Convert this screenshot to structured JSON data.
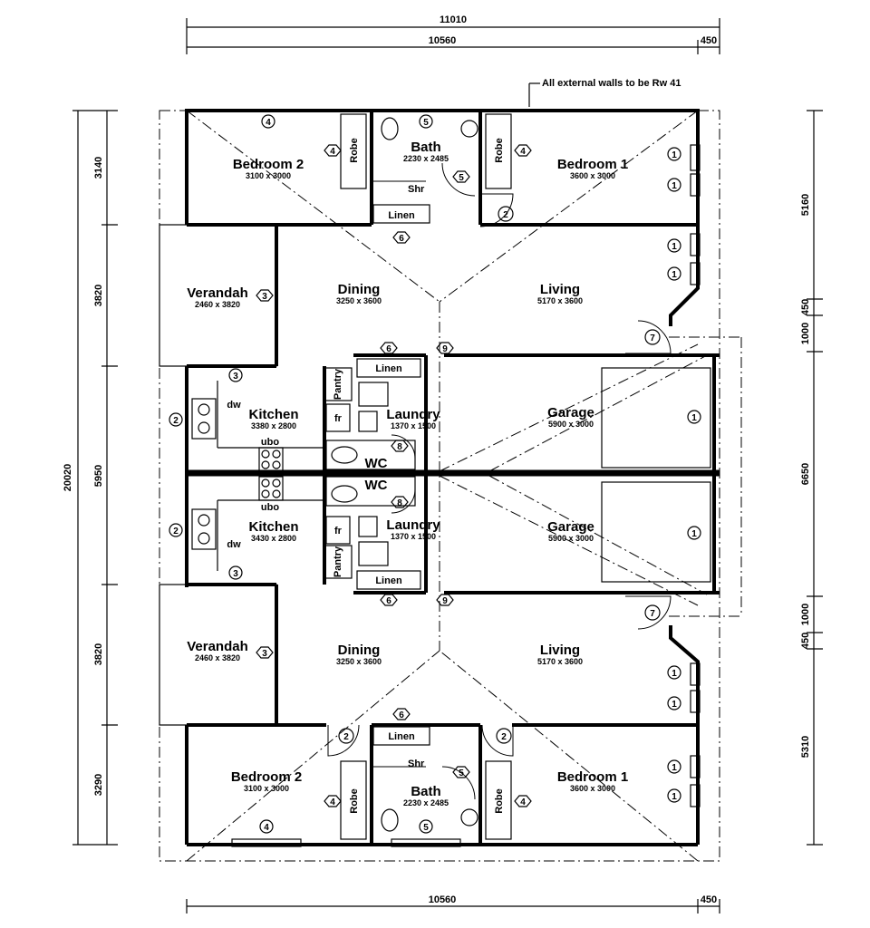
{
  "note": "All external walls to be Rw 41",
  "dimensions": {
    "top_overall": "11010",
    "top_main": "10560",
    "top_side": "450",
    "bottom_main": "10560",
    "bottom_side": "450",
    "left_total": "20020",
    "left_1": "3140",
    "left_2": "3820",
    "left_3": "5950",
    "left_4": "3820",
    "left_5": "3290",
    "right_1": "5160",
    "right_2": "450",
    "right_3": "1000",
    "right_4": "6650",
    "right_5": "1000",
    "right_6": "450",
    "right_7": "5310"
  },
  "rooms": {
    "bedroom2_top": {
      "name": "Bedroom 2",
      "size": "3100 x 3000"
    },
    "bedroom1_top": {
      "name": "Bedroom 1",
      "size": "3600 x 3000"
    },
    "bath_top": {
      "name": "Bath",
      "size": "2230 x 2485"
    },
    "robe_top_left": {
      "name": "Robe"
    },
    "robe_top_right": {
      "name": "Robe"
    },
    "shr_top": {
      "name": "Shr"
    },
    "linen_top": {
      "name": "Linen"
    },
    "verandah_top": {
      "name": "Verandah",
      "size": "2460 x 3820"
    },
    "dining_top": {
      "name": "Dining",
      "size": "3250 x 3600"
    },
    "living_top": {
      "name": "Living",
      "size": "5170 x 3600"
    },
    "pantry_top": {
      "name": "Pantry"
    },
    "linen_mid_top": {
      "name": "Linen"
    },
    "kitchen_top": {
      "name": "Kitchen",
      "size": "3380 x 2800"
    },
    "laundry_top": {
      "name": "Laundry",
      "size": "1370 x 1500"
    },
    "garage_top": {
      "name": "Garage",
      "size": "5900 x 3000"
    },
    "wc_top": {
      "name": "WC"
    },
    "fr_top": {
      "name": "fr"
    },
    "dw_top": {
      "name": "dw"
    },
    "ubo_top": {
      "name": "ubo"
    },
    "wc_bottom": {
      "name": "WC"
    },
    "kitchen_bottom": {
      "name": "Kitchen",
      "size": "3430 x 2800"
    },
    "laundry_bottom": {
      "name": "Laundry",
      "size": "1370 x 1500"
    },
    "garage_bottom": {
      "name": "Garage",
      "size": "5900 x 3000"
    },
    "fr_bottom": {
      "name": "fr"
    },
    "dw_bottom": {
      "name": "dw"
    },
    "ubo_bottom": {
      "name": "ubo"
    },
    "pantry_bottom": {
      "name": "Pantry"
    },
    "linen_mid_bottom": {
      "name": "Linen"
    },
    "verandah_bottom": {
      "name": "Verandah",
      "size": "2460 x 3820"
    },
    "dining_bottom": {
      "name": "Dining",
      "size": "3250 x 3600"
    },
    "living_bottom": {
      "name": "Living",
      "size": "5170 x 3600"
    },
    "linen_bottom": {
      "name": "Linen"
    },
    "shr_bottom": {
      "name": "Shr"
    },
    "bedroom2_bottom": {
      "name": "Bedroom 2",
      "size": "3100 x 3000"
    },
    "bath_bottom": {
      "name": "Bath",
      "size": "2230 x 2485"
    },
    "bedroom1_bottom": {
      "name": "Bedroom 1",
      "size": "3600 x 3000"
    },
    "robe_bottom_left": {
      "name": "Robe"
    },
    "robe_bottom_right": {
      "name": "Robe"
    }
  },
  "tags": {
    "t1": "1",
    "t2": "2",
    "t3": "3",
    "t4": "4",
    "t5": "5",
    "t6": "6",
    "t7": "7",
    "t8": "8",
    "t9": "9"
  }
}
